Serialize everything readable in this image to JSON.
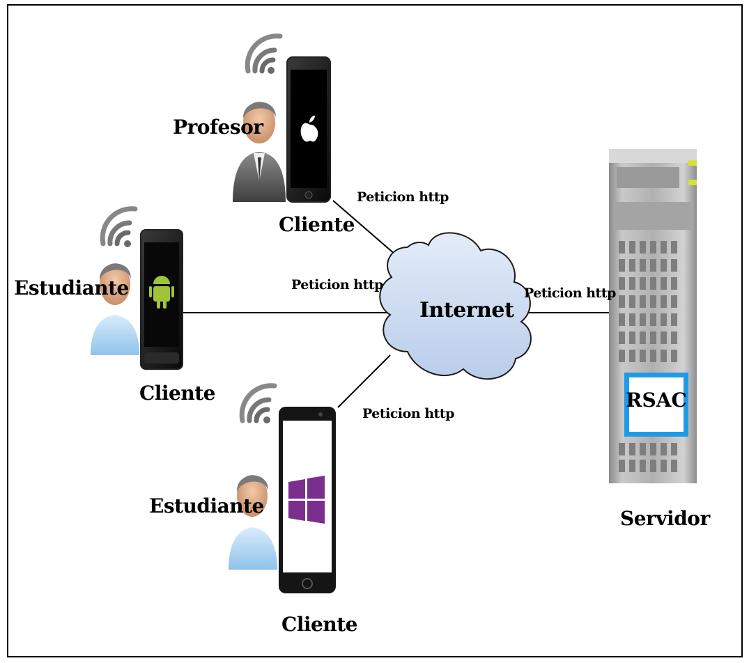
{
  "nodes": {
    "profesor": {
      "role": "Profesor",
      "device_label": "Cliente",
      "platform_icon": "apple-logo-icon"
    },
    "estudiante_android": {
      "role": "Estudiante",
      "device_label": "Cliente",
      "platform_icon": "android-icon"
    },
    "estudiante_windows": {
      "role": "Estudiante",
      "device_label": "Cliente",
      "platform_icon": "windows-logo-icon"
    },
    "internet": {
      "label": "Internet"
    },
    "servidor": {
      "label": "Servidor",
      "app_label": "RSAC"
    }
  },
  "edges": {
    "profesor_internet": "Peticion http",
    "android_internet": "Peticion http",
    "windows_internet": "Peticion http",
    "internet_servidor": "Peticion http"
  },
  "colors": {
    "rsac_border": "#1e9be8",
    "cloud_fill": "#c9d9f0",
    "android_green": "#9fc43a",
    "windows_purple": "#7a2f8f"
  }
}
